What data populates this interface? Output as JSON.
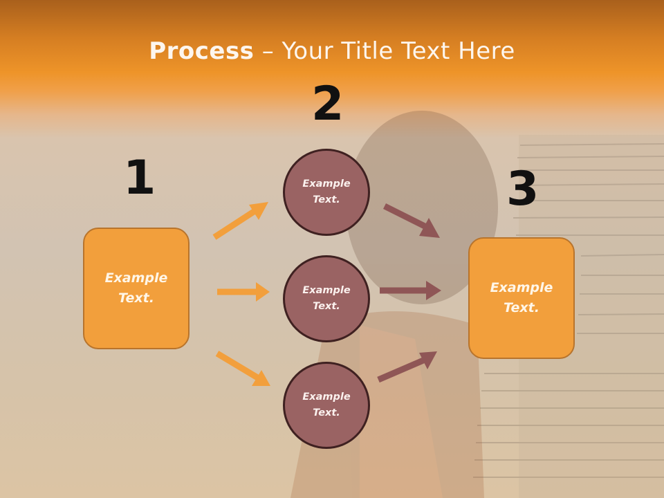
{
  "title": {
    "bold": "Process",
    "rest": " – Your Title Text Here"
  },
  "steps": {
    "one": "1",
    "two": "2",
    "three": "3"
  },
  "left_box": {
    "text": "Example\nText."
  },
  "circles": [
    {
      "text": "Example\nText."
    },
    {
      "text": "Example\nText."
    },
    {
      "text": "Example\nText."
    }
  ],
  "right_box": {
    "text": "Example\nText."
  },
  "colors": {
    "orange": "#f29f3c",
    "maroon": "#9a6363",
    "header": "#ee9429"
  }
}
